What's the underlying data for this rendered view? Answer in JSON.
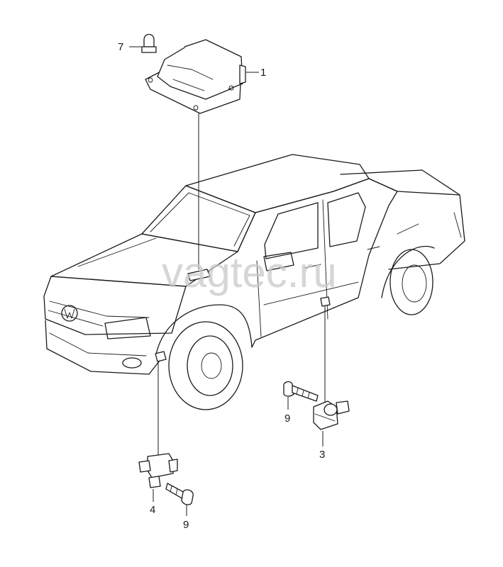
{
  "watermark": "vagtec.ru",
  "callouts": {
    "c1": "1",
    "c3": "3",
    "c4": "4",
    "c7": "7",
    "c9a": "9",
    "c9b": "9"
  }
}
